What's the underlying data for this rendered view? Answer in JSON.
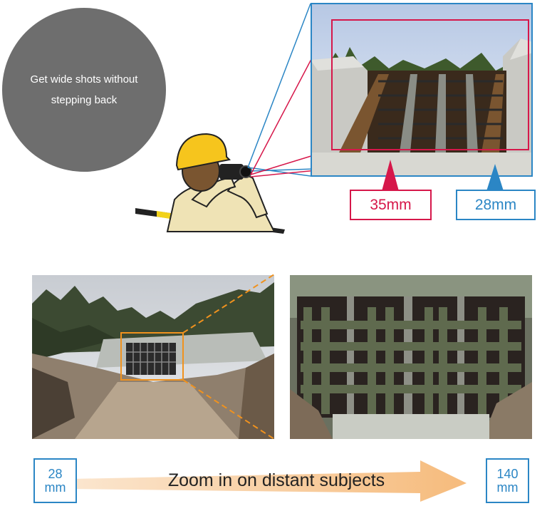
{
  "callout": {
    "text": "Get wide shots without stepping back"
  },
  "focal_labels": {
    "tele_frame": "35mm",
    "wide_frame": "28mm"
  },
  "zoom": {
    "from": {
      "value": "28",
      "unit": "mm"
    },
    "to": {
      "value": "140",
      "unit": "mm"
    },
    "caption": "Zoom in on distant subjects"
  },
  "colors": {
    "red": "#d6174a",
    "blue": "#2b86c5",
    "orange": "#f0921e",
    "gray": "#6e6e6e"
  }
}
